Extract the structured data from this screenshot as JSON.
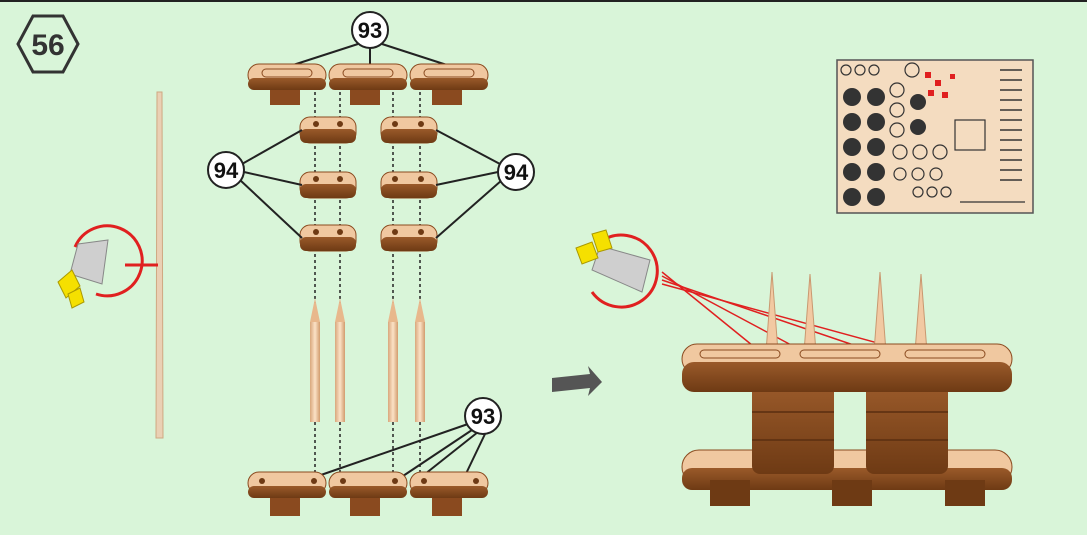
{
  "step": {
    "number": "56"
  },
  "callouts": {
    "top_93": "93",
    "left_94": "94",
    "right_94": "94",
    "bottom_93": "93"
  },
  "colors": {
    "background": "#d9f5d9",
    "wood_light": "#f0c8a0",
    "wood_dark": "#8a4a1f",
    "dowel": "#f2c9a2",
    "cut_marker": "#e02020",
    "blade": "#c8c8c8",
    "blade_handle": "#f5e000",
    "etch_sheet": "#f4dcc0"
  },
  "icons": [
    "hexagon-step-badge",
    "knife-cut-icon",
    "arrow-right-icon",
    "toothpick-icon",
    "photo-etch-sheet"
  ]
}
